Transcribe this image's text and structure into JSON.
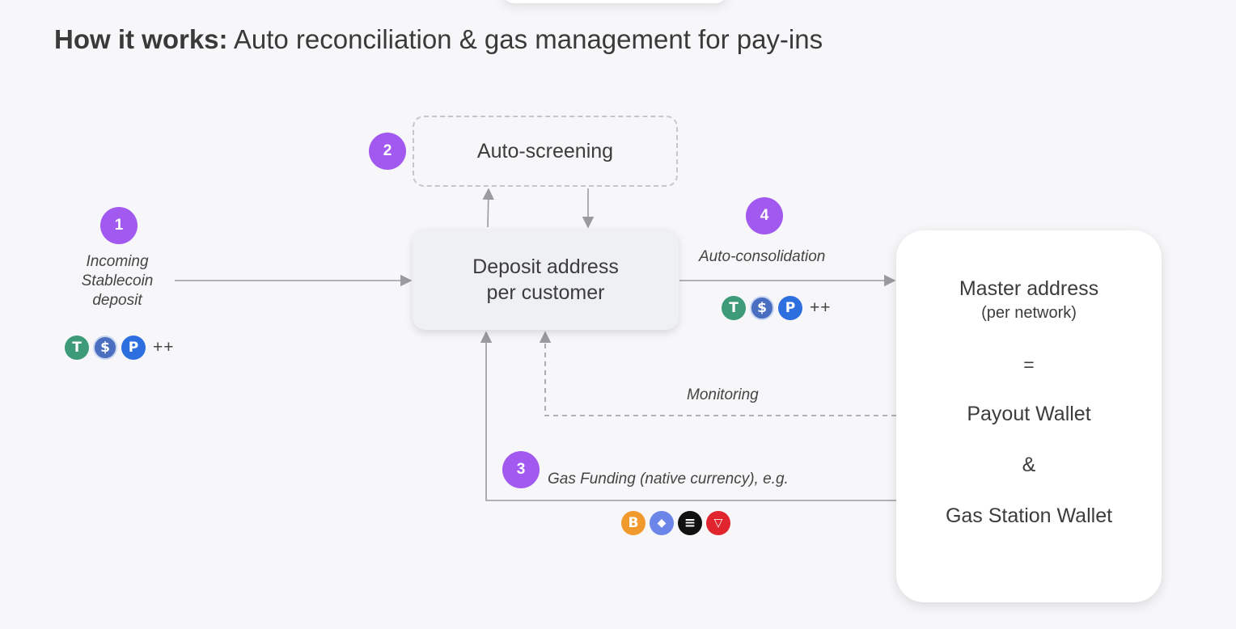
{
  "title": {
    "bold": "How it works:",
    "rest": " Auto reconciliation & gas management for pay-ins"
  },
  "steps": {
    "s1": "1",
    "s2": "2",
    "s3": "3",
    "s4": "4"
  },
  "nodes": {
    "screening": "Auto-screening",
    "deposit_line1": "Deposit address",
    "deposit_line2": "per customer",
    "master_title": "Master address",
    "master_sub": "(per network)",
    "equals": "=",
    "payout": "Payout Wallet",
    "ampersand": "&",
    "gas_station": "Gas Station Wallet"
  },
  "labels": {
    "incoming_1": "Incoming",
    "incoming_2": "Stablecoin",
    "incoming_3": "deposit",
    "consolidation": "Auto-consolidation",
    "monitoring": "Monitoring",
    "gas_funding": "Gas Funding (native currency), e.g.",
    "more": "++"
  },
  "icons": {
    "stablecoins": [
      {
        "name": "tether-icon",
        "glyph": "T",
        "color": "#3d9b7a"
      },
      {
        "name": "usdc-icon",
        "glyph": "$",
        "color": "#4a6fc0"
      },
      {
        "name": "paypal-usd-icon",
        "glyph": "P",
        "color": "#2e6fe0"
      }
    ],
    "gas_coins": [
      {
        "name": "bitcoin-icon",
        "glyph": "B",
        "color": "#f09a2e"
      },
      {
        "name": "ethereum-icon",
        "glyph": "◆",
        "color": "#6b86e8"
      },
      {
        "name": "solana-icon",
        "glyph": "≡",
        "color": "#111111"
      },
      {
        "name": "tron-icon",
        "glyph": "▽",
        "color": "#e0252e"
      }
    ]
  },
  "colors": {
    "accent": "#a259f0",
    "connector": "#9a9aa0"
  }
}
